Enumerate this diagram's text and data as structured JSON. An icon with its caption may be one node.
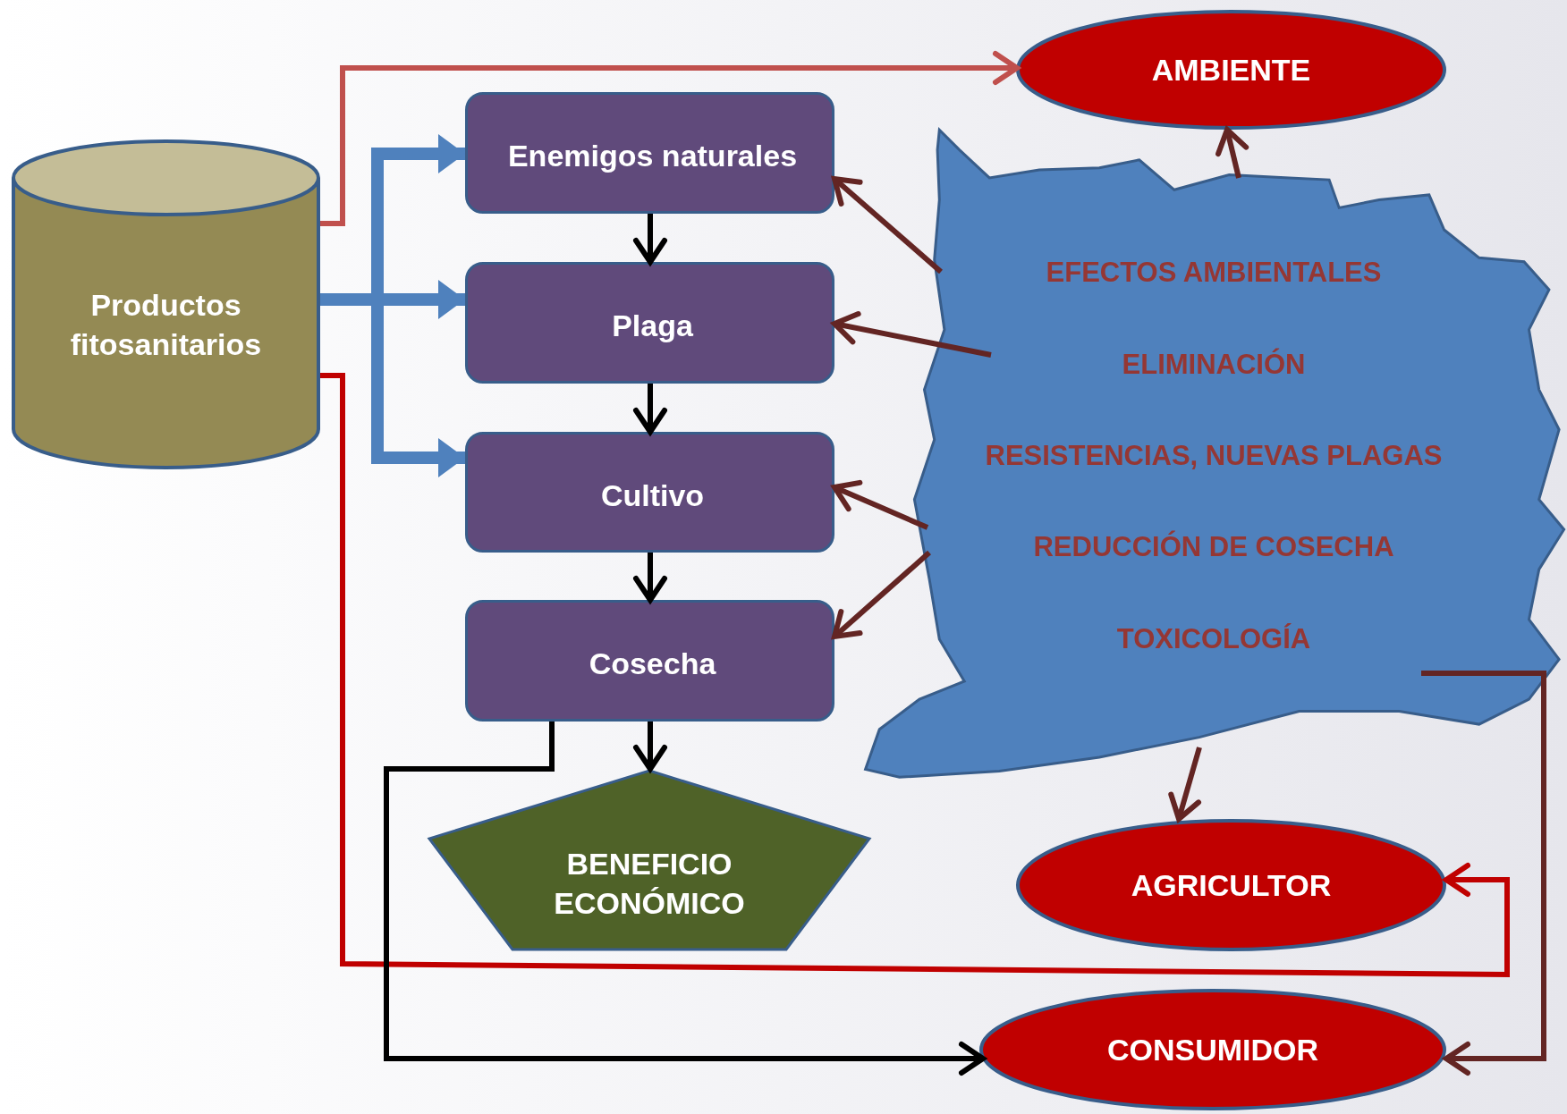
{
  "diagram": {
    "nodes": [
      {
        "text": [
          "Productos fitosanitarios"
        ]
      },
      {
        "text": [
          "Enemigos naturales"
        ]
      },
      {
        "text": [
          "Plaga"
        ]
      },
      {
        "text": [
          "Cultivo"
        ]
      },
      {
        "text": [
          "Cosecha"
        ]
      },
      {
        "text": [
          "BENEFICIO ECONÓMICO"
        ]
      },
      {
        "text": [
          "EFECTOS AMBIENTALES",
          "ELIMINACIÓN",
          "RESISTENCIAS, NUEVAS PLAGAS",
          "REDUCCIÓN DE COSECHA",
          "TOXICOLOGÍA"
        ]
      },
      {
        "text": [
          "AMBIENTE"
        ]
      },
      {
        "text": [
          "AGRICULTOR"
        ]
      },
      {
        "text": [
          "CONSUMIDOR"
        ]
      }
    ],
    "edges": [
      {
        "from": 0,
        "to": 1,
        "arrow": "to",
        "style": "thick",
        "color": "#4f81bd"
      },
      {
        "from": 0,
        "to": 2,
        "arrow": "to",
        "style": "thick",
        "color": "#4f81bd"
      },
      {
        "from": 0,
        "to": 3,
        "arrow": "to",
        "style": "thick",
        "color": "#4f81bd"
      },
      {
        "from": 0,
        "to": 7,
        "arrow": "to",
        "color": "#c0504d"
      },
      {
        "from": 0,
        "to": 8,
        "arrow": "to",
        "color": "#c00000"
      },
      {
        "from": 1,
        "to": 2,
        "arrow": "to",
        "color": "#000000"
      },
      {
        "from": 2,
        "to": 3,
        "arrow": "to",
        "color": "#000000"
      },
      {
        "from": 3,
        "to": 4,
        "arrow": "to",
        "color": "#000000"
      },
      {
        "from": 4,
        "to": 5,
        "arrow": "to",
        "color": "#000000"
      },
      {
        "from": 4,
        "to": 9,
        "arrow": "to",
        "color": "#000000"
      },
      {
        "from": 6,
        "to": 1,
        "arrow": "to"
      },
      {
        "from": 6,
        "to": 2,
        "arrow": "to"
      },
      {
        "from": 6,
        "to": 3,
        "arrow": "to"
      },
      {
        "from": 6,
        "to": 4,
        "arrow": "to"
      },
      {
        "from": 6,
        "to": 7,
        "arrow": "to"
      },
      {
        "from": 6,
        "to": 8,
        "arrow": "to"
      },
      {
        "from": 6,
        "to": 9,
        "arrow": "to"
      }
    ]
  }
}
